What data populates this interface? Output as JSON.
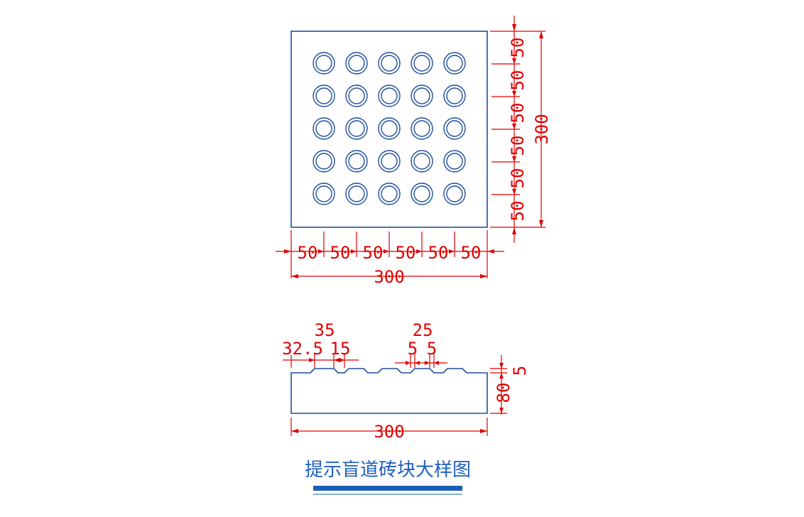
{
  "colors": {
    "outline": "#1f4e9c",
    "dimension": "#e00000",
    "title": "#1f5fbf",
    "title_bar": "#1a5fb4",
    "background": "#ffffff"
  },
  "plan_view": {
    "dot_rows": 5,
    "dot_cols": 5,
    "bottom_segments": [
      "50",
      "50",
      "50",
      "50",
      "50",
      "50"
    ],
    "bottom_total": "300",
    "right_segments": [
      "50",
      "50",
      "50",
      "50",
      "50",
      "50"
    ],
    "right_total": "300"
  },
  "section_view": {
    "top_labels": {
      "a": "35",
      "b": "32.5",
      "c": "15",
      "d": "25",
      "e": "5",
      "f": "5"
    },
    "right_labels": {
      "top": "5",
      "main": "80"
    },
    "bottom_total": "300"
  },
  "title": "提示盲道砖块大样图"
}
